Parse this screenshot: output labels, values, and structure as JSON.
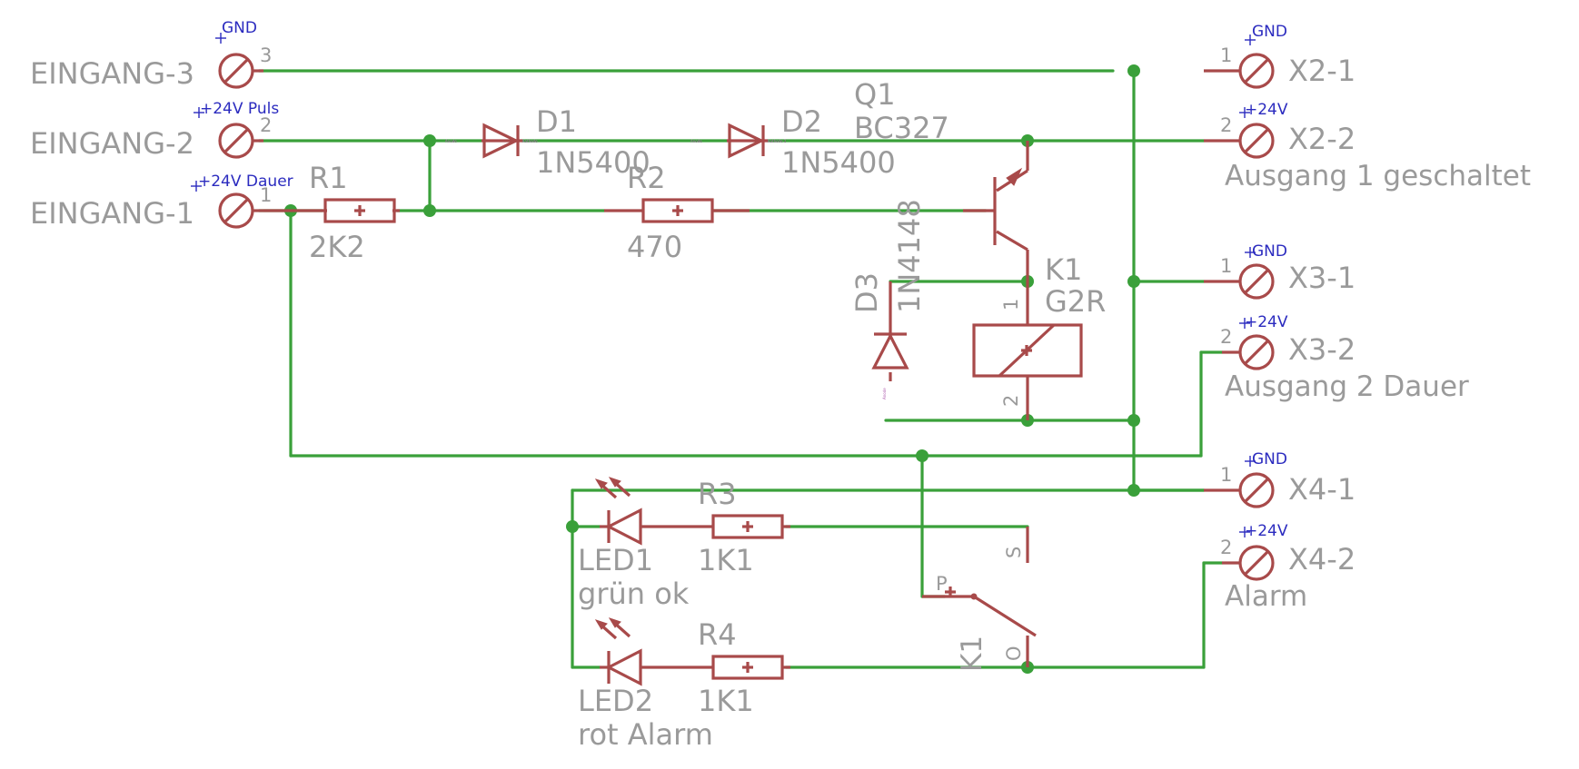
{
  "inputs": {
    "e3": {
      "name": "EINGANG-3",
      "pin": "3",
      "supply": "GND"
    },
    "e2": {
      "name": "EINGANG-2",
      "pin": "2",
      "supply": "+24V Puls"
    },
    "e1": {
      "name": "EINGANG-1",
      "pin": "1",
      "supply": "+24V Dauer"
    }
  },
  "outputs": {
    "x2_1": {
      "name": "X2-1",
      "pin": "1",
      "supply": "GND"
    },
    "x2_2": {
      "name": "X2-2",
      "pin": "2",
      "supply": "+24V",
      "desc": "Ausgang 1 geschaltet"
    },
    "x3_1": {
      "name": "X3-1",
      "pin": "1",
      "supply": "GND"
    },
    "x3_2": {
      "name": "X3-2",
      "pin": "2",
      "supply": "+24V",
      "desc": "Ausgang 2 Dauer"
    },
    "x4_1": {
      "name": "X4-1",
      "pin": "1",
      "supply": "GND"
    },
    "x4_2": {
      "name": "X4-2",
      "pin": "2",
      "supply": "+24V",
      "desc": "Alarm"
    }
  },
  "components": {
    "d1": {
      "name": "D1",
      "value": "1N5400"
    },
    "d2": {
      "name": "D2",
      "value": "1N5400"
    },
    "q1": {
      "name": "Q1",
      "value": "BC327"
    },
    "r1": {
      "name": "R1",
      "value": "2K2"
    },
    "r2": {
      "name": "R2",
      "value": "470"
    },
    "d3": {
      "name": "D3",
      "value": "1N4148"
    },
    "k1": {
      "name": "K1",
      "value": "G2R",
      "pin1": "1",
      "pin2": "2"
    },
    "k1_switch": {
      "name": "K1",
      "p": "P",
      "s": "S",
      "o": "O"
    },
    "r3": {
      "name": "R3",
      "value": "1K1"
    },
    "r4": {
      "name": "R4",
      "value": "1K1"
    },
    "led1": {
      "name": "LED1",
      "value": "grün ok"
    },
    "led2": {
      "name": "LED2",
      "value": "rot Alarm"
    }
  },
  "colors": {
    "wire": "#3aa03a",
    "part": "#a84a4a",
    "label": "#9a9a9a",
    "supply": "#2b2bbf"
  }
}
